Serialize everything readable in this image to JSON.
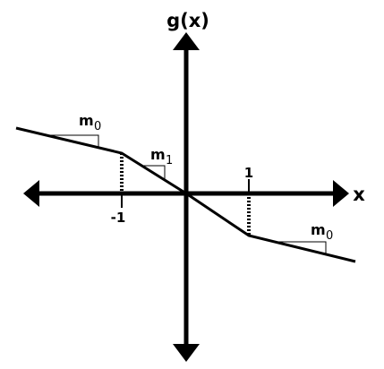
{
  "labels": {
    "y_axis": "g(x)",
    "x_axis": "x",
    "tick_neg": "-1",
    "tick_pos": "1",
    "slope_left_m": "m",
    "slope_left_sub": "0",
    "slope_mid_m": "m",
    "slope_mid_sub": "1",
    "slope_right_m": "m",
    "slope_right_sub": "0"
  },
  "colors": {
    "ink": "#000000",
    "background": "#ffffff"
  }
}
